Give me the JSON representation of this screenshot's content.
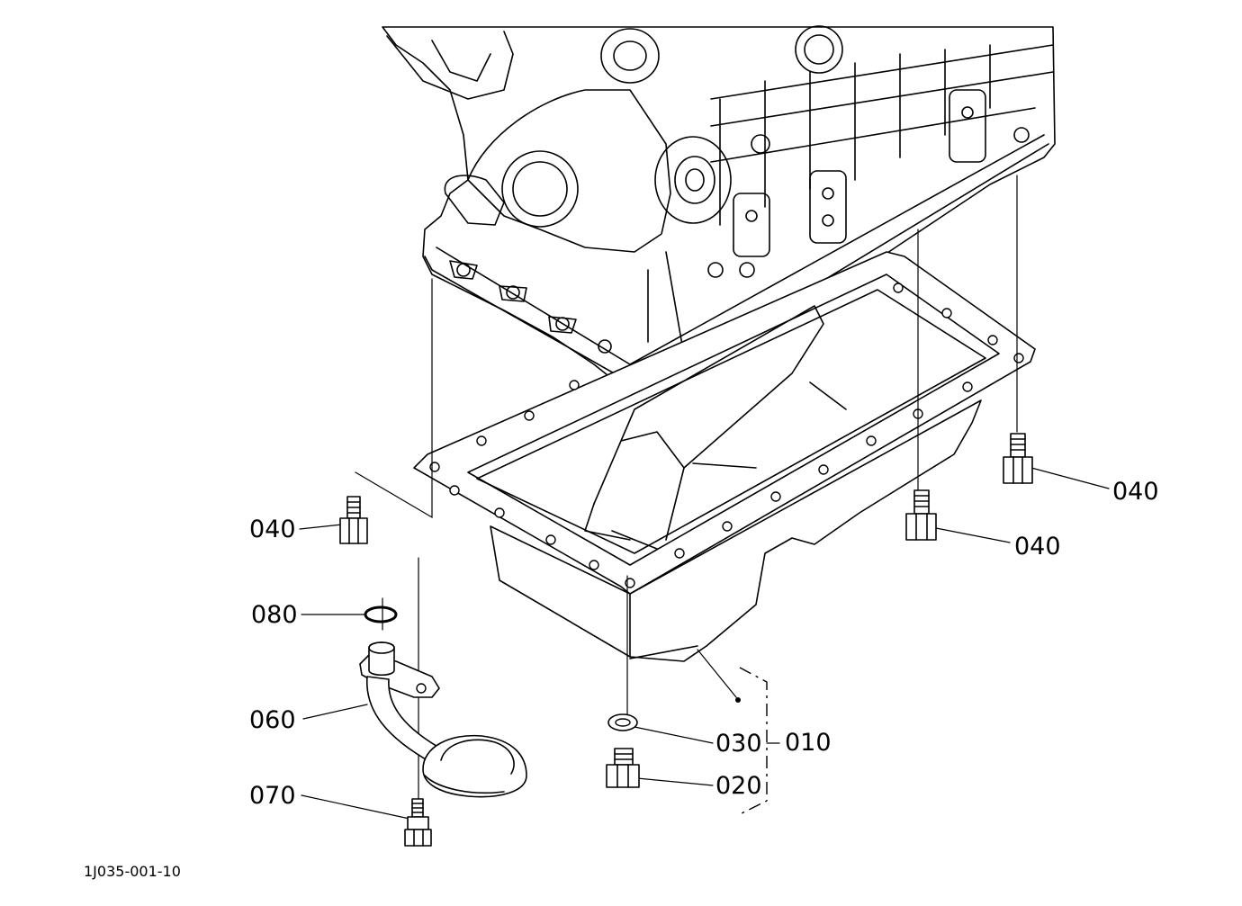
{
  "figure_id": "1J035-001-10",
  "callouts": {
    "c040_left": "040",
    "c040_mid": "040",
    "c040_right": "040",
    "c080": "080",
    "c060": "060",
    "c070": "070",
    "c030": "030",
    "c010": "010",
    "c020": "020"
  }
}
